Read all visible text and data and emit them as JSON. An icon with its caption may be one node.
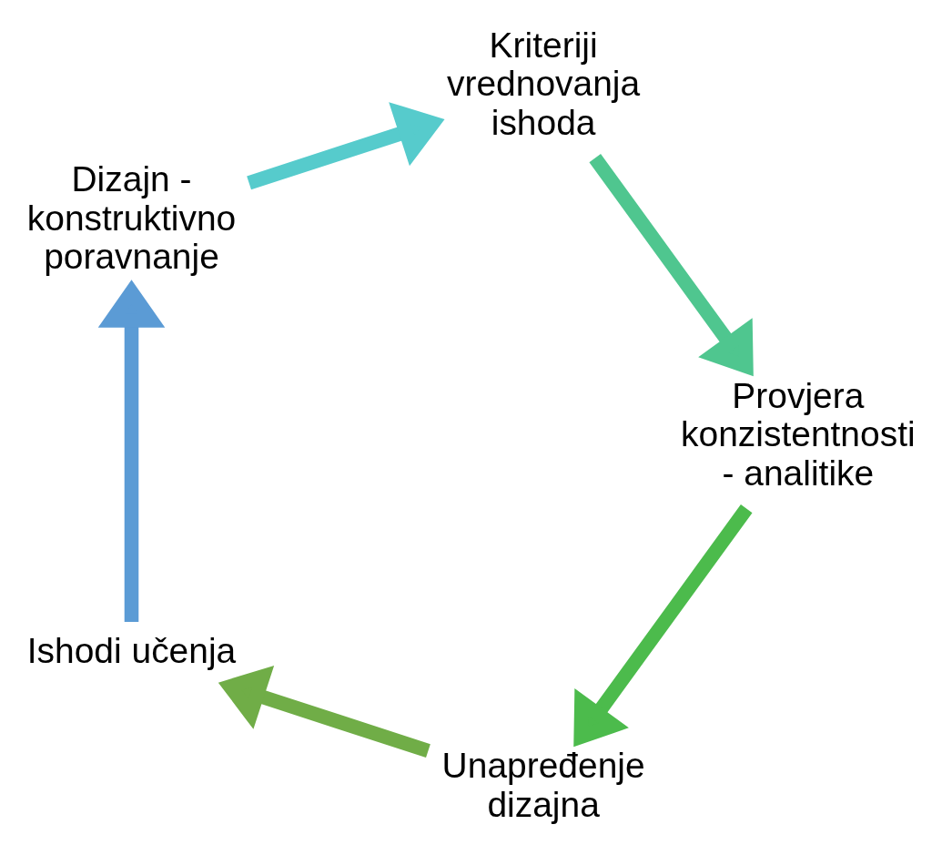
{
  "diagram": {
    "nodes": [
      {
        "text": [
          "Unapređenje dizajna"
        ]
      },
      {
        "text": [
          "Ishodi učenja"
        ]
      },
      {
        "text": [
          "Dizajn - konstruktivno poravnanje"
        ]
      },
      {
        "text": [
          "Kriteriji vrednovanja ishoda"
        ]
      },
      {
        "text": [
          "Provjera konzistentnosti - analitike"
        ]
      }
    ],
    "edges": [
      {
        "from": 0,
        "to": 1,
        "arrow": "to",
        "color": "#70ad47"
      },
      {
        "from": 1,
        "to": 2,
        "arrow": "to",
        "color": "#5b9bd5"
      },
      {
        "from": 2,
        "to": 3,
        "arrow": "to",
        "color": "#56cbcc"
      },
      {
        "from": 3,
        "to": 4,
        "arrow": "to",
        "color": "#4fc68f"
      },
      {
        "from": 4,
        "to": 0,
        "arrow": "to",
        "color": "#4cbb4c"
      }
    ]
  }
}
